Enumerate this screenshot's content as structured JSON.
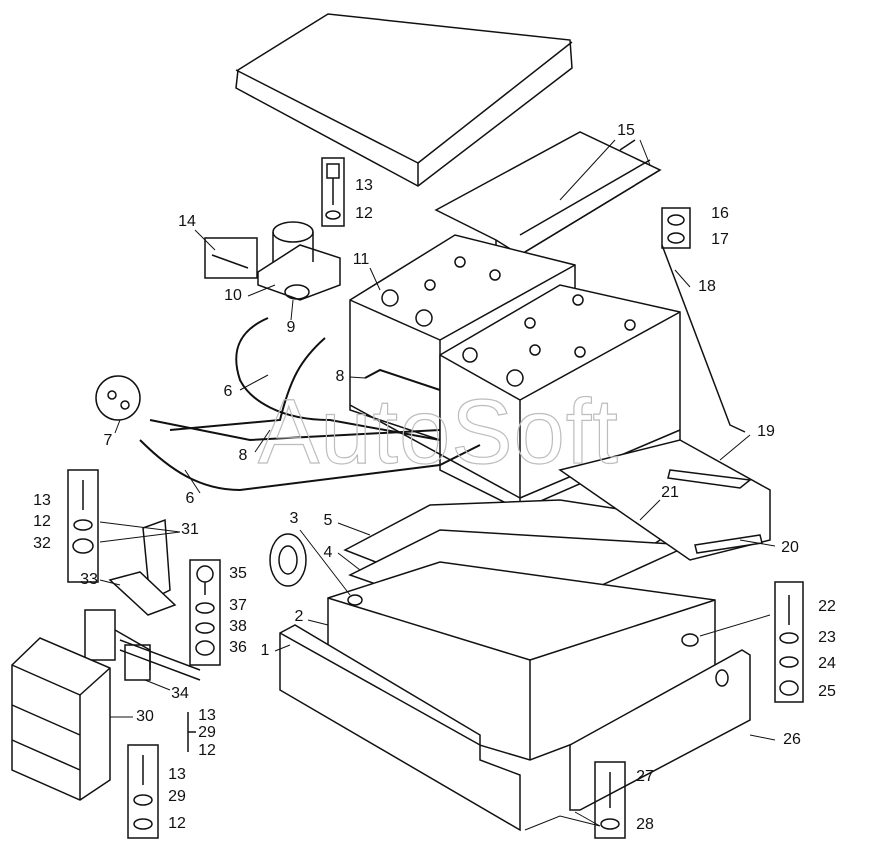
{
  "diagram": {
    "watermark": "AutoSoft",
    "callouts": [
      "15",
      "13",
      "12",
      "14",
      "16",
      "17",
      "11",
      "18",
      "10",
      "9",
      "8",
      "6",
      "7",
      "8",
      "19",
      "6",
      "13",
      "12",
      "32",
      "31",
      "3",
      "5",
      "21",
      "20",
      "4",
      "35",
      "33",
      "37",
      "38",
      "36",
      "2",
      "22",
      "23",
      "24",
      "25",
      "1",
      "34",
      "13",
      "30",
      "29",
      "12",
      "26",
      "13",
      "27",
      "29",
      "12",
      "28"
    ]
  }
}
